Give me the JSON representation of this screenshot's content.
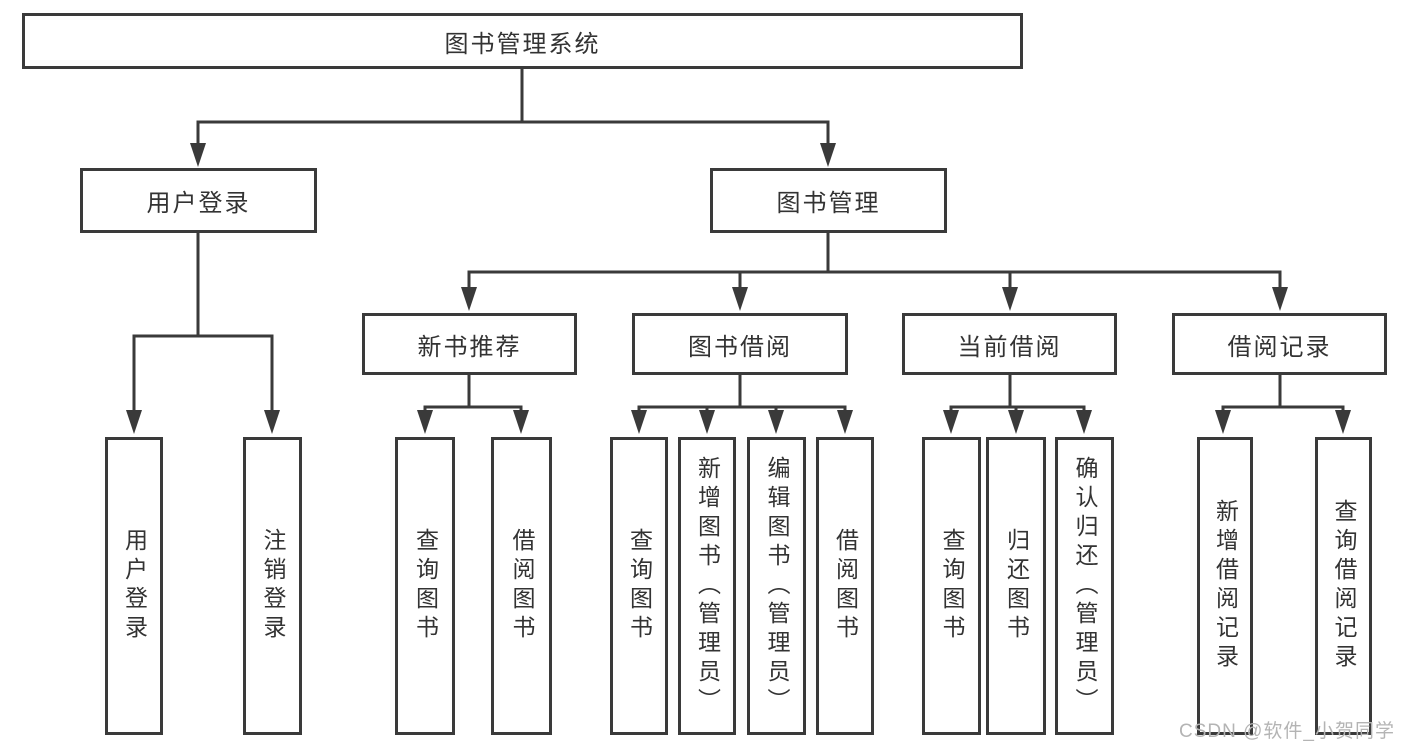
{
  "diagram_title": "图书管理系统",
  "nodes": {
    "root": "图书管理系统",
    "user_login": "用户登录",
    "book_mgmt": "图书管理",
    "new_book_rec": "新书推荐",
    "book_borrow": "图书借阅",
    "current_borrow": "当前借阅",
    "borrow_record": "借阅记录",
    "leaf_user_login": "用户登录",
    "leaf_logout": "注销登录",
    "leaf_query_book_1": "查询图书",
    "leaf_borrow_book_1": "借阅图书",
    "leaf_query_book_2": "查询图书",
    "leaf_add_book": "新增图书（管理员）",
    "leaf_edit_book": "编辑图书（管理员）",
    "leaf_borrow_book_2": "借阅图书",
    "leaf_query_book_3": "查询图书",
    "leaf_return_book": "归还图书",
    "leaf_confirm_return": "确认归还（管理员）",
    "leaf_add_record": "新增借阅记录",
    "leaf_query_record": "查询借阅记录"
  },
  "edges": [
    {
      "from": "root",
      "to": "user_login"
    },
    {
      "from": "root",
      "to": "book_mgmt"
    },
    {
      "from": "user_login",
      "to": "leaf_user_login"
    },
    {
      "from": "user_login",
      "to": "leaf_logout"
    },
    {
      "from": "book_mgmt",
      "to": "new_book_rec"
    },
    {
      "from": "book_mgmt",
      "to": "book_borrow"
    },
    {
      "from": "book_mgmt",
      "to": "current_borrow"
    },
    {
      "from": "book_mgmt",
      "to": "borrow_record"
    },
    {
      "from": "new_book_rec",
      "to": "leaf_query_book_1"
    },
    {
      "from": "new_book_rec",
      "to": "leaf_borrow_book_1"
    },
    {
      "from": "book_borrow",
      "to": "leaf_query_book_2"
    },
    {
      "from": "book_borrow",
      "to": "leaf_add_book"
    },
    {
      "from": "book_borrow",
      "to": "leaf_edit_book"
    },
    {
      "from": "book_borrow",
      "to": "leaf_borrow_book_2"
    },
    {
      "from": "current_borrow",
      "to": "leaf_query_book_3"
    },
    {
      "from": "current_borrow",
      "to": "leaf_return_book"
    },
    {
      "from": "current_borrow",
      "to": "leaf_confirm_return"
    },
    {
      "from": "borrow_record",
      "to": "leaf_add_record"
    },
    {
      "from": "borrow_record",
      "to": "leaf_query_record"
    }
  ],
  "watermark": "CSDN @软件_小贺同学",
  "colors": {
    "line": "#3a3a3a",
    "box_border": "#3a3a3a",
    "box_bg": "#ffffff",
    "text": "#333333",
    "watermark": "#b4b4b4"
  }
}
